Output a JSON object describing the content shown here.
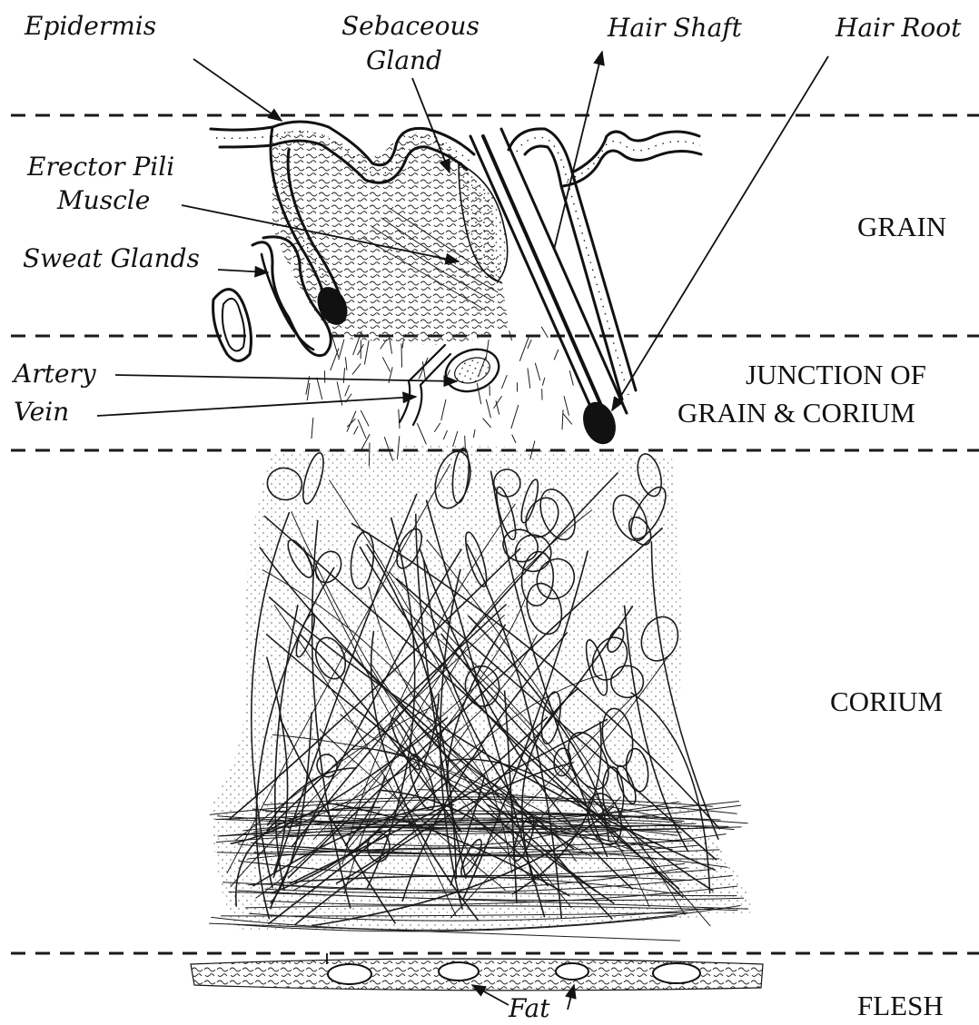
{
  "labels": {
    "epidermis": "Epidermis",
    "sebaceous_line1": "Sebaceous",
    "sebaceous_line2": "Gland",
    "hair_shaft": "Hair Shaft",
    "hair_root": "Hair Root",
    "erector_line1": "Erector Pili",
    "erector_line2": "Muscle",
    "sweat_glands": "Sweat Glands",
    "artery": "Artery",
    "vein": "Vein",
    "fat": "Fat"
  },
  "layers": {
    "grain": "GRAIN",
    "junction_line1": "JUNCTION OF",
    "junction_line2": "GRAIN & CORIUM",
    "corium": "CORIUM",
    "flesh": "FLESH"
  },
  "colors": {
    "ink": "#111111",
    "background": "#ffffff"
  }
}
